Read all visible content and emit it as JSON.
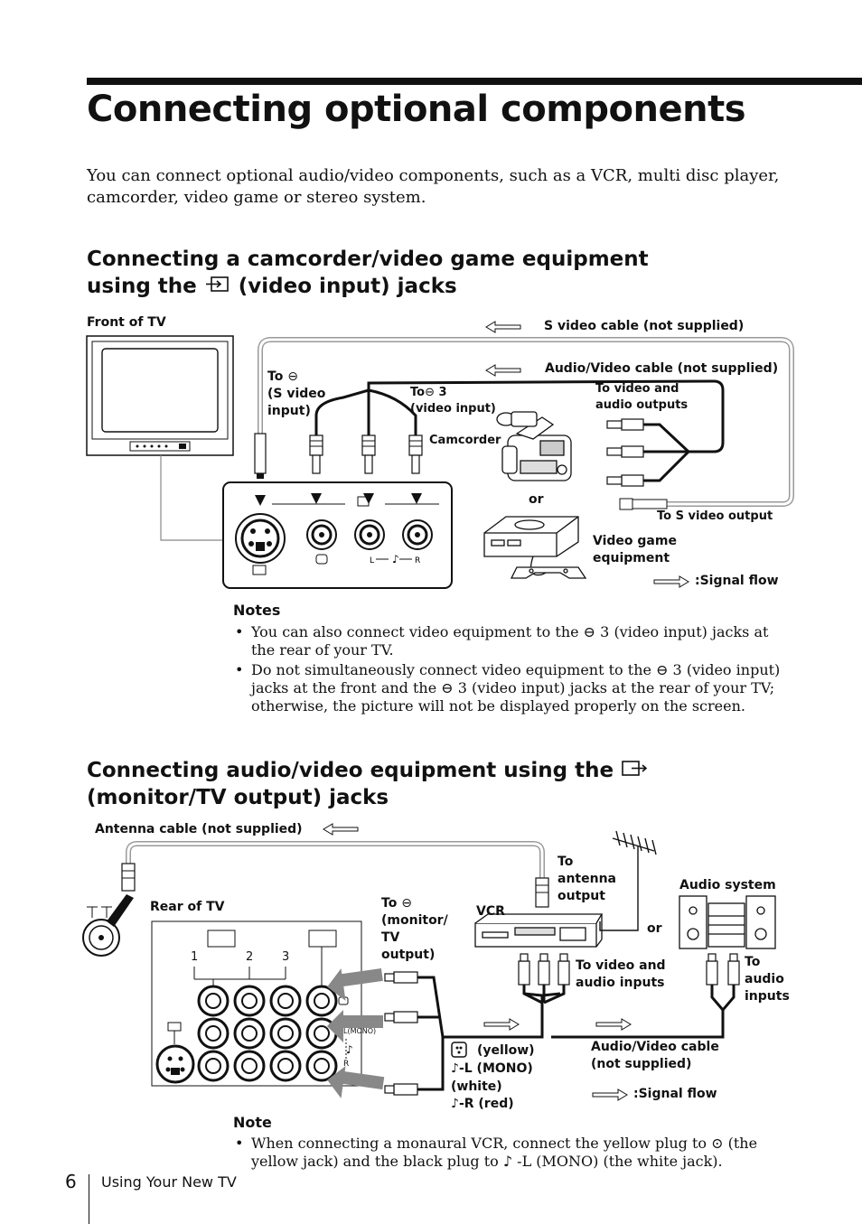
{
  "title": "Connecting optional components",
  "intro": "You can connect optional audio/video components, such as a VCR, multi disc player, camcorder, video game or stereo system.",
  "section1": {
    "heading_line1": "Connecting a camcorder/video game equipment",
    "heading_line2_pre": "using the",
    "heading_line2_post": "(video input) jacks",
    "labels": {
      "front_of_tv": "Front of TV",
      "s_video_cable": "S video cable (not supplied)",
      "av_cable": "Audio/Video cable (not supplied)",
      "to_s_video_input_1": "To",
      "to_s_video_input_2": "(S video",
      "to_s_video_input_3": "input)",
      "to_video_input_1": "To",
      "to_video_input_1b": "3",
      "to_video_input_2": "(video input)",
      "to_outputs_1": "To video and",
      "to_outputs_2": "audio outputs",
      "camcorder": "Camcorder",
      "or": "or",
      "to_s_video_output": "To  S video output",
      "video_game_1": "Video game",
      "video_game_2": "equipment",
      "signal_flow": ":Signal flow",
      "jack_l": "L",
      "jack_r": "R"
    },
    "notes_heading": "Notes",
    "notes": [
      "You can also connect video equipment to the ⊖ 3 (video input) jacks at the rear of your TV.",
      "Do not simultaneously connect video equipment to the ⊖ 3 (video input) jacks at the front and the ⊖ 3 (video input) jacks at the rear of your TV; otherwise, the picture will not be displayed properly on the screen."
    ]
  },
  "section2": {
    "heading_line1_pre": "Connecting audio/video equipment using the",
    "heading_line2": "(monitor/TV output) jacks",
    "labels": {
      "antenna_cable": "Antenna cable (not supplied)",
      "rear_of_tv": "Rear of TV",
      "to_antenna_1": "To",
      "to_antenna_2": "antenna",
      "to_antenna_3": "output",
      "vcr": "VCR",
      "audio_system": "Audio system",
      "or": "or",
      "to_monitor_1": "To",
      "to_monitor_2": "(monitor/",
      "to_monitor_3": "TV",
      "to_monitor_4": "output)",
      "to_va_inputs_1": "To video and",
      "to_va_inputs_2": "audio inputs",
      "to_audio_1": "To",
      "to_audio_2": "audio",
      "to_audio_3": "inputs",
      "yellow": "(yellow)",
      "l_mono": "-L (MONO)",
      "white": "(white)",
      "r_red": "-R (red)",
      "av_cable_1": "Audio/Video cable",
      "av_cable_2": "(not supplied)",
      "signal_flow": ":Signal flow",
      "col1": "1",
      "col2": "2",
      "col3": "3",
      "l_mono_small": "L(MONO)",
      "r_small": "R"
    },
    "note_heading": "Note",
    "note": "When connecting a monaural VCR, connect the yellow plug to ⊙ (the yellow jack) and the black plug to ♪ -L (MONO) (the white jack)."
  },
  "footer": {
    "page_number": "6",
    "section": "Using Your New TV"
  }
}
